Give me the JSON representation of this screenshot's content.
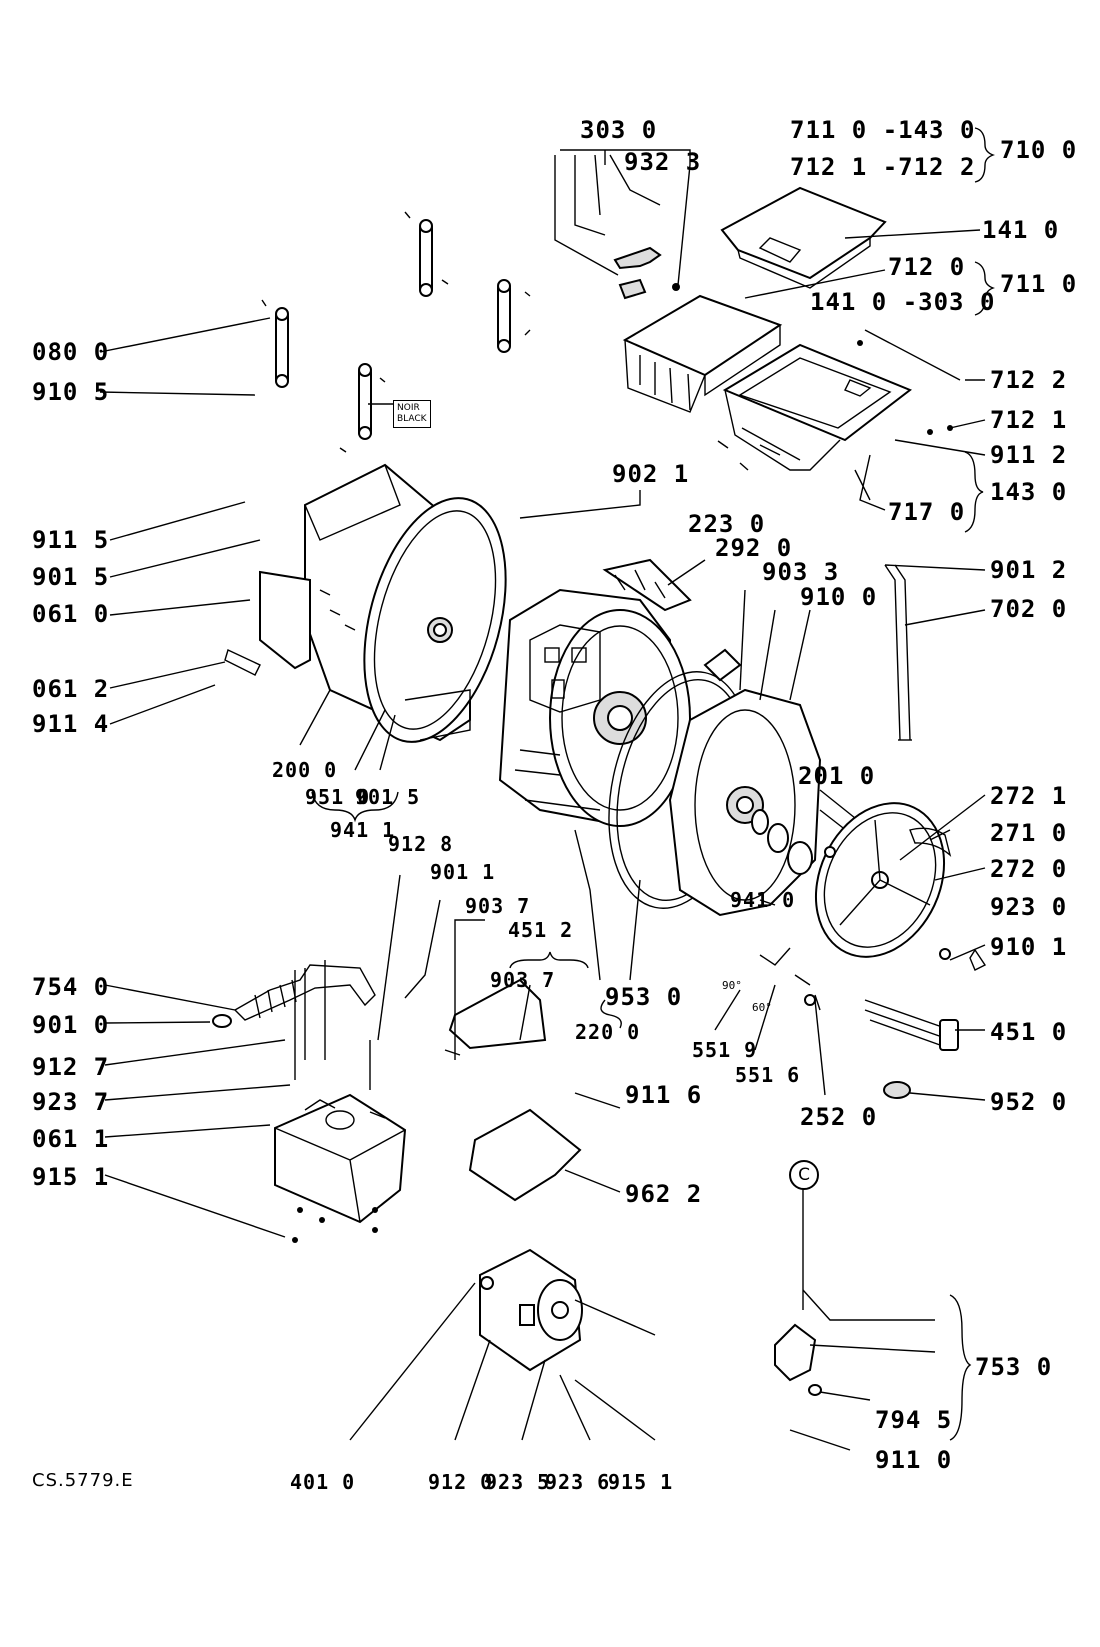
{
  "sheet_code": "CS.5779.E",
  "note_box": [
    "NOIR",
    "BLACK"
  ],
  "circle_mark": "C",
  "angles": [
    "90°",
    "60°"
  ],
  "labels": [
    "303 0",
    "932 3",
    "711 0 -143 0",
    "712 1 -712 2",
    "710 0",
    "141 0",
    "712 0",
    "711 0",
    "141 0 -303 0",
    "080 0",
    "910 5",
    "712 2",
    "712 1",
    "911 2",
    "143 0",
    "717 0",
    "902 1",
    "911 5",
    "901 5",
    "223 0",
    "292 0",
    "903 3",
    "910 0",
    "901 2",
    "061 0",
    "702 0",
    "061 2",
    "911 4",
    "200 0",
    "951 0",
    "901 5",
    "941 1",
    "201 0",
    "272 1",
    "271 0",
    "272 0",
    "912 8",
    "901 1",
    "903 7",
    "451 2",
    "903 7",
    "941 0",
    "923 0",
    "910 1",
    "754 0",
    "901 0",
    "953 0",
    "220 0",
    "551 9",
    "551 6",
    "451 0",
    "912 7",
    "911 6",
    "923 7",
    "252 0",
    "952 0",
    "061 1",
    "915 1",
    "962 2",
    "753 0",
    "794 5",
    "911 0",
    "401 0",
    "912 0",
    "923 5",
    "923 6",
    "915 1"
  ]
}
